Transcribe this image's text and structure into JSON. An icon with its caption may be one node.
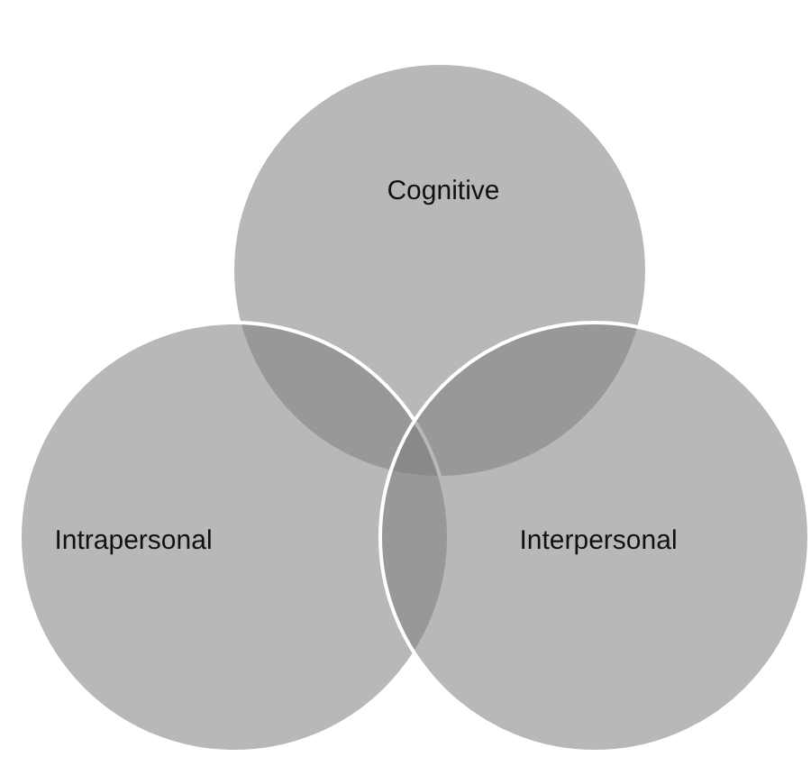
{
  "diagram": {
    "nodes": [
      {
        "text": [
          "Cognitive"
        ]
      },
      {
        "text": [
          "Intrapersonal"
        ]
      },
      {
        "text": [
          "Interpersonal"
        ]
      }
    ]
  }
}
